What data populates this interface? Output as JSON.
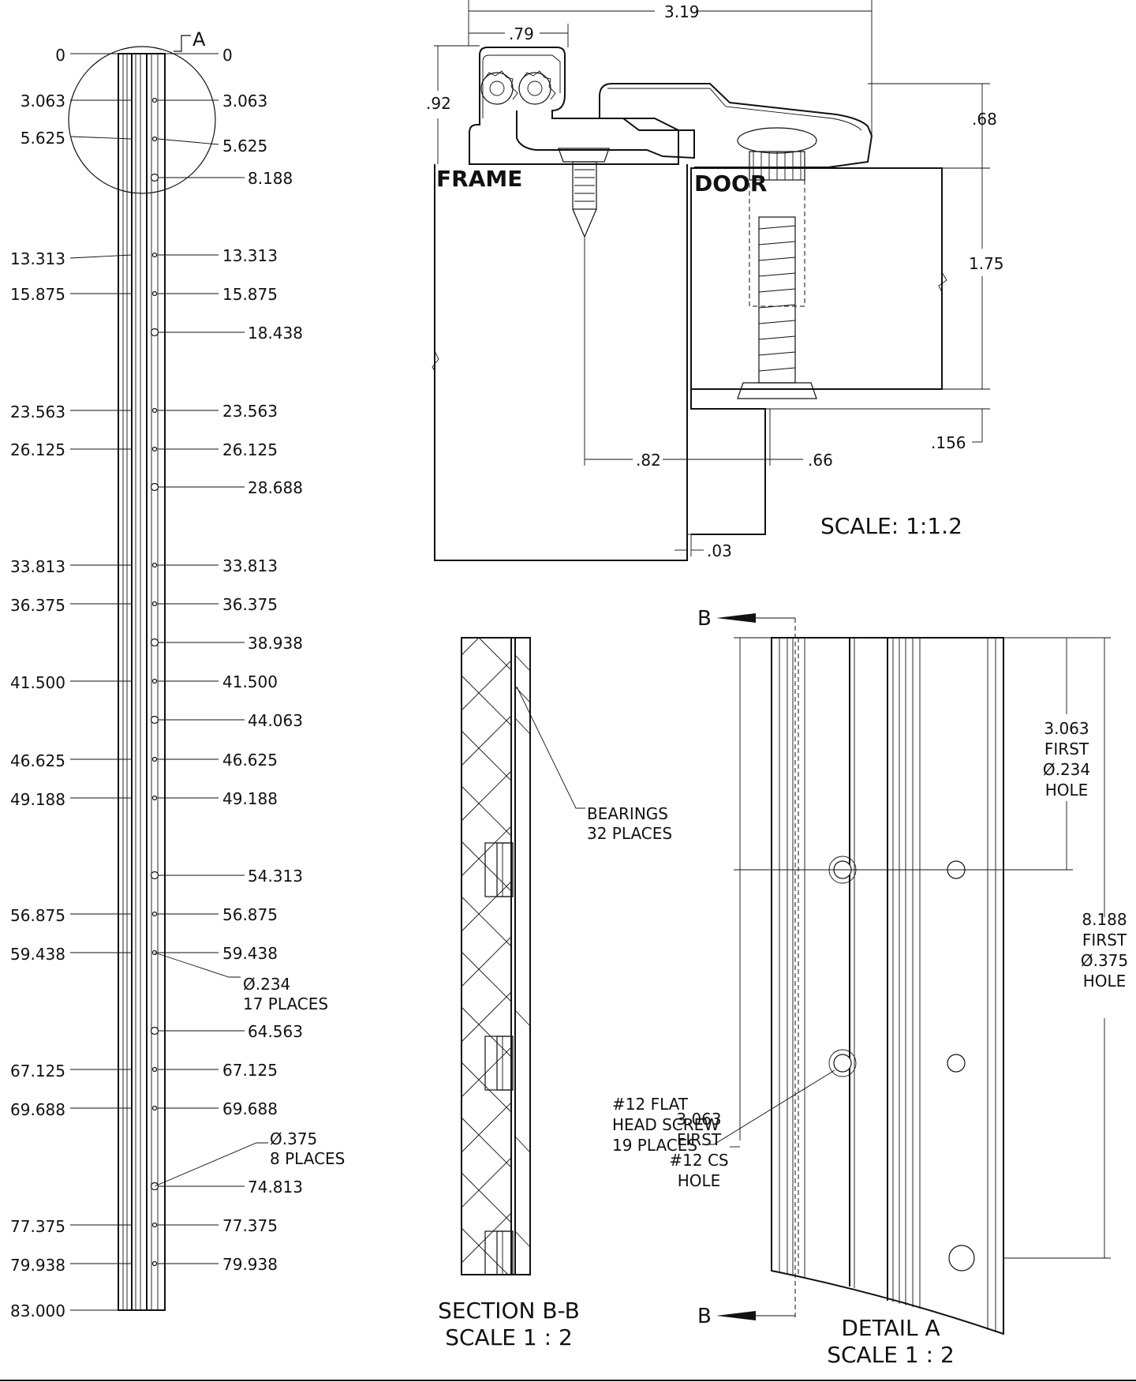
{
  "left_view": {
    "detail_marker": "A",
    "left_dims": [
      "0",
      "3.063",
      "5.625",
      "13.313",
      "15.875",
      "23.563",
      "26.125",
      "33.813",
      "36.375",
      "41.500",
      "46.625",
      "49.188",
      "56.875",
      "59.438",
      "67.125",
      "69.688",
      "77.375",
      "79.938",
      "83.000"
    ],
    "right_small_dims": [
      "0",
      "3.063",
      "5.625",
      "13.313",
      "15.875",
      "23.563",
      "26.125",
      "33.813",
      "36.375",
      "41.500",
      "46.625",
      "49.188",
      "56.875",
      "59.438",
      "67.125",
      "69.688",
      "77.375",
      "79.938"
    ],
    "right_large_dims": [
      "8.188",
      "18.438",
      "28.688",
      "38.938",
      "44.063",
      "54.313",
      "64.563",
      "74.813"
    ],
    "note_small_1": "Ø.234",
    "note_small_2": "17 PLACES",
    "note_large_1": "Ø.375",
    "note_large_2": "8 PLACES"
  },
  "section_view": {
    "dim_overall": "3.19",
    "dim_hinge_width": ".79",
    "dim_hinge_height": ".92",
    "dim_leaf_height": ".68",
    "dim_door_thickness": "1.75",
    "dim_gap": ".156",
    "dim_screw_offset": ".82",
    "dim_door_offset": ".66",
    "dim_clearance": ".03",
    "label_frame": "FRAME",
    "label_door": "DOOR",
    "scale": "SCALE: 1:1.2"
  },
  "section_bb": {
    "note_1": "BEARINGS",
    "note_2": "32 PLACES",
    "title": "SECTION B-B",
    "scale": "SCALE 1 : 2"
  },
  "detail_a": {
    "marker_top": "B",
    "marker_bottom": "B",
    "dim_first_small_hole": [
      "3.063",
      "FIRST",
      "Ø.234",
      "HOLE"
    ],
    "dim_first_large_hole": [
      "8.188",
      "FIRST",
      "Ø.375",
      "HOLE"
    ],
    "dim_first_cs_hole": [
      "3.063",
      "FIRST",
      "#12 CS",
      "HOLE"
    ],
    "screw_note": [
      "#12 FLAT",
      "HEAD SCREW",
      "19 PLACES"
    ],
    "title": "DETAIL A",
    "scale": "SCALE 1 : 2"
  }
}
